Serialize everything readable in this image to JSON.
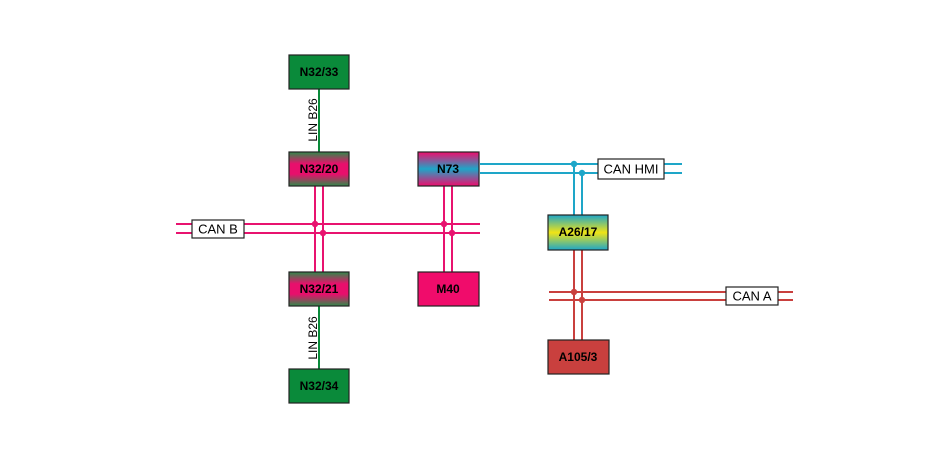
{
  "colors": {
    "can_b": "#e8136f",
    "can_hmi": "#1ea6c8",
    "can_a": "#c9403e",
    "lin": "#0a8a3a",
    "ecu_green": "#0a8a3a",
    "ecu_pink": "#f00c6b",
    "ecu_red": "#c9403e",
    "border": "#222222"
  },
  "buses": {
    "can_b": "CAN B",
    "can_hmi": "CAN HMI",
    "can_a": "CAN A"
  },
  "lin_links": {
    "upper": "LIN B26",
    "lower": "LIN B26"
  },
  "ecus": {
    "n32_33": {
      "label": "N32/33",
      "fill": "green"
    },
    "n32_20": {
      "label": "N32/20",
      "fill": "pink-green"
    },
    "n32_21": {
      "label": "N32/21",
      "fill": "pink-green"
    },
    "n32_34": {
      "label": "N32/34",
      "fill": "green"
    },
    "n73": {
      "label": "N73",
      "fill": "pink-blue-gradient"
    },
    "m40": {
      "label": "M40",
      "fill": "pink"
    },
    "a26_17": {
      "label": "A26/17",
      "fill": "blue-yellow-gradient"
    },
    "a105_3": {
      "label": "A105/3",
      "fill": "red"
    }
  }
}
